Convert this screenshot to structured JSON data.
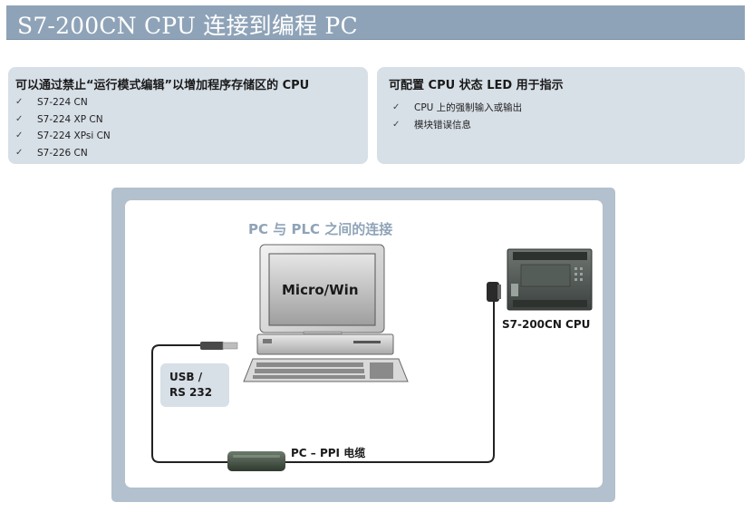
{
  "header": {
    "title": "S7-200CN CPU 连接到编程 PC"
  },
  "left_panel": {
    "title": "可以通过禁止“运行模式编辑”以增加程序存储区的 CPU",
    "items": [
      {
        "label": "S7-224 CN"
      },
      {
        "label": "S7-224 XP CN"
      },
      {
        "label": "S7-224 XPsi CN"
      },
      {
        "label": "S7-226 CN"
      }
    ]
  },
  "right_panel": {
    "title": "可配置 CPU 状态 LED 用于指示",
    "items": [
      {
        "label": "CPU 上的强制输入或输出"
      },
      {
        "label": "模块错误信息"
      }
    ]
  },
  "diagram": {
    "caption": "PC 与 PLC 之间的连接",
    "screen_text": "Micro/Win",
    "cpu_label": "S7-200CN CPU",
    "interface_line1": "USB /",
    "interface_line2": "RS 232",
    "cable_label": "PC – PPI 电缆"
  },
  "icons": {
    "check": "✓"
  },
  "colors": {
    "title_bar": "#8fa3b8",
    "panel_bg": "#d7dfe7",
    "frame_bg": "#b3c0cd",
    "caption": "#8fa3b8"
  }
}
